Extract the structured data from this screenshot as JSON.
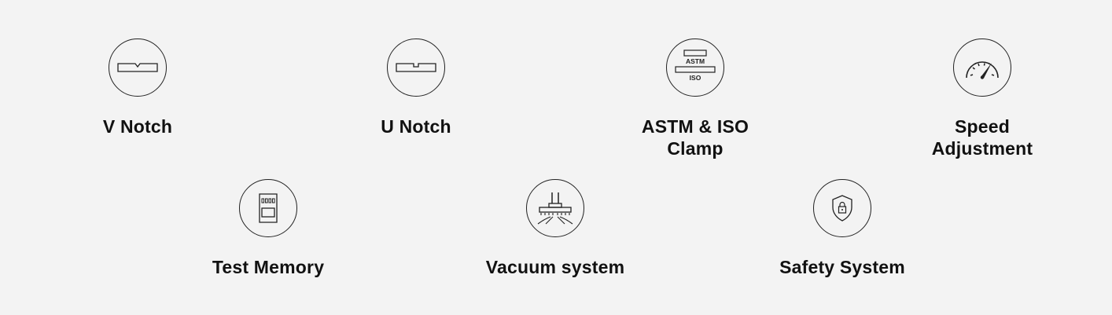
{
  "features": [
    {
      "id": "v-notch",
      "lines": [
        "V Notch"
      ],
      "icon": "v-notch-icon"
    },
    {
      "id": "u-notch",
      "lines": [
        "U Notch"
      ],
      "icon": "u-notch-icon"
    },
    {
      "id": "astm-iso-clamp",
      "lines": [
        "ASTM & ISO",
        "Clamp"
      ],
      "icon": "clamp-icon",
      "icon_text": {
        "top": "ASTM",
        "bottom": "ISO"
      }
    },
    {
      "id": "speed-adjustment",
      "lines": [
        "Speed",
        "Adjustment"
      ],
      "icon": "speedometer-icon"
    },
    {
      "id": "test-memory",
      "lines": [
        "Test Memory"
      ],
      "icon": "memory-card-icon"
    },
    {
      "id": "vacuum-system",
      "lines": [
        "Vacuum system"
      ],
      "icon": "vacuum-icon"
    },
    {
      "id": "safety-system",
      "lines": [
        "Safety System"
      ],
      "icon": "shield-lock-icon"
    }
  ]
}
